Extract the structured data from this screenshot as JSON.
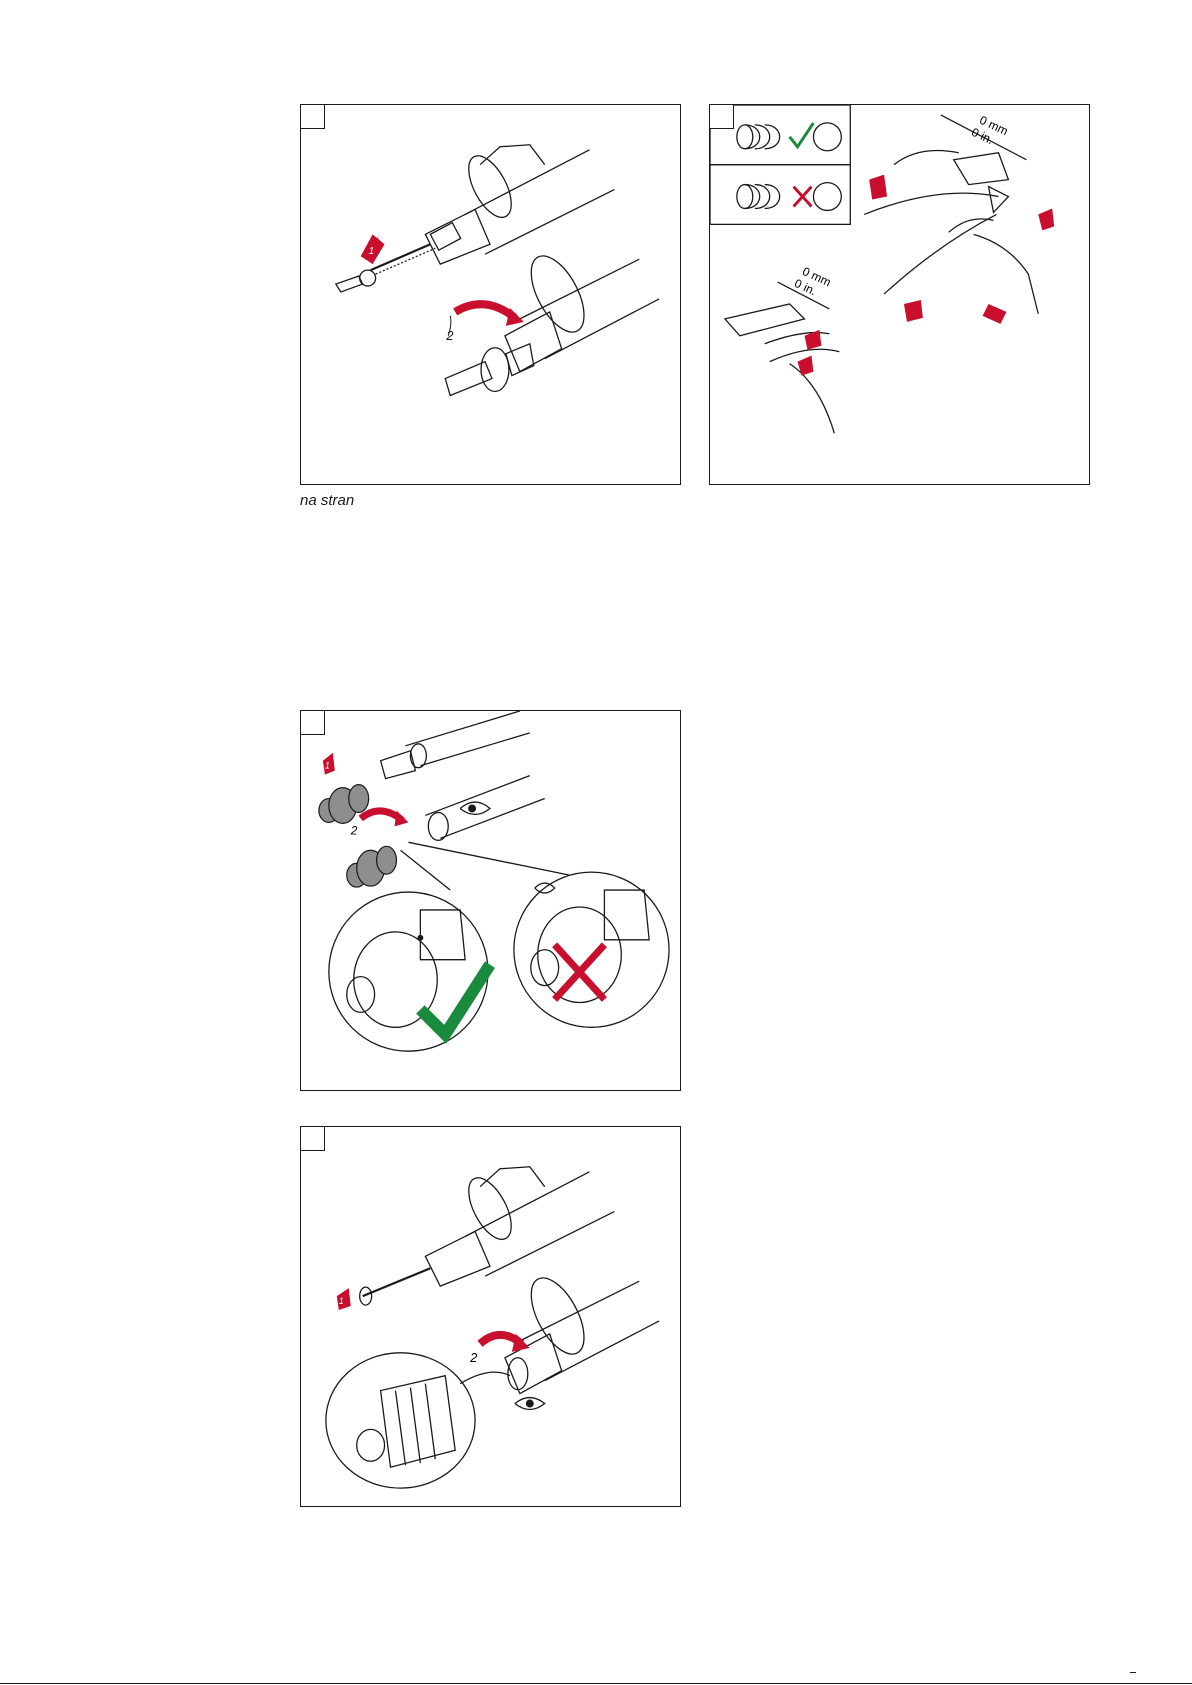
{
  "caption": "na stran",
  "panels": {
    "step1": {
      "number": "",
      "arrow_1": "1",
      "arrow_2": "2"
    },
    "step2": {
      "number": "",
      "dim_top_mm": "0 mm",
      "dim_top_in": "0 in.",
      "dim_bottom_mm": "0 mm",
      "dim_bottom_in": "0 in."
    },
    "step3": {
      "number": "",
      "arrow_1": "1",
      "arrow_2": "2"
    },
    "step4": {
      "number": "",
      "arrow_1": "1",
      "arrow_2": "2"
    }
  },
  "colors": {
    "accent_red": "#c8102e",
    "check_green": "#1a8a3c",
    "line": "#1a1a1a",
    "gray": "#9a9a9a"
  }
}
